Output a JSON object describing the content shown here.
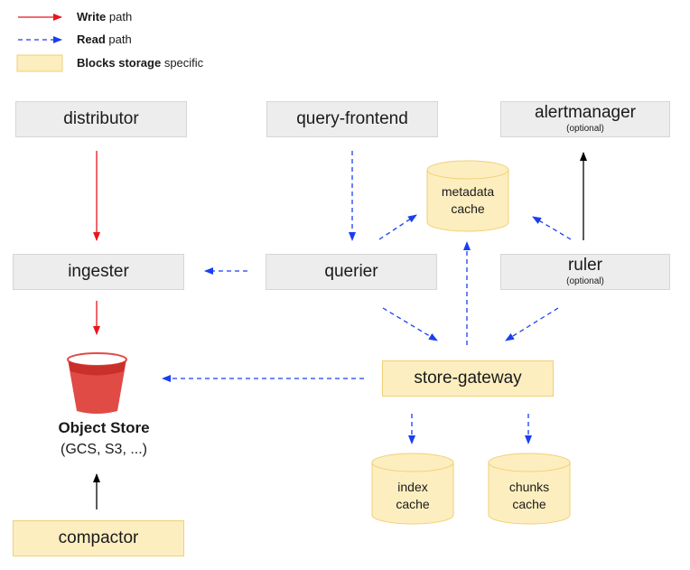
{
  "legend": {
    "write": {
      "bold": "Write",
      "rest": " path",
      "color": "#e8151b"
    },
    "read": {
      "bold": "Read",
      "rest": " path",
      "color": "#1a3ef0"
    },
    "blocks": {
      "bold": "Blocks storage",
      "rest": " specific",
      "fill": "#fdeec0"
    }
  },
  "components": {
    "distributor": "distributor",
    "query_frontend": "query-frontend",
    "alertmanager": "alertmanager",
    "alertmanager_note": "(optional)",
    "ingester": "ingester",
    "querier": "querier",
    "ruler": "ruler",
    "ruler_note": "(optional)",
    "store_gateway": "store-gateway",
    "compactor": "compactor"
  },
  "caches": {
    "metadata": [
      "metadata",
      "cache"
    ],
    "index": [
      "index",
      "cache"
    ],
    "chunks": [
      "chunks",
      "cache"
    ]
  },
  "object_store": {
    "title": "Object Store",
    "subtitle": "(GCS, S3, ...)",
    "color": "#e04b45"
  },
  "colors": {
    "gray_box": "#ededed",
    "yellow_box": "#fdeec0",
    "write_arrow": "#e8151b",
    "read_arrow": "#1a3ef0",
    "other_arrow": "#000000"
  }
}
